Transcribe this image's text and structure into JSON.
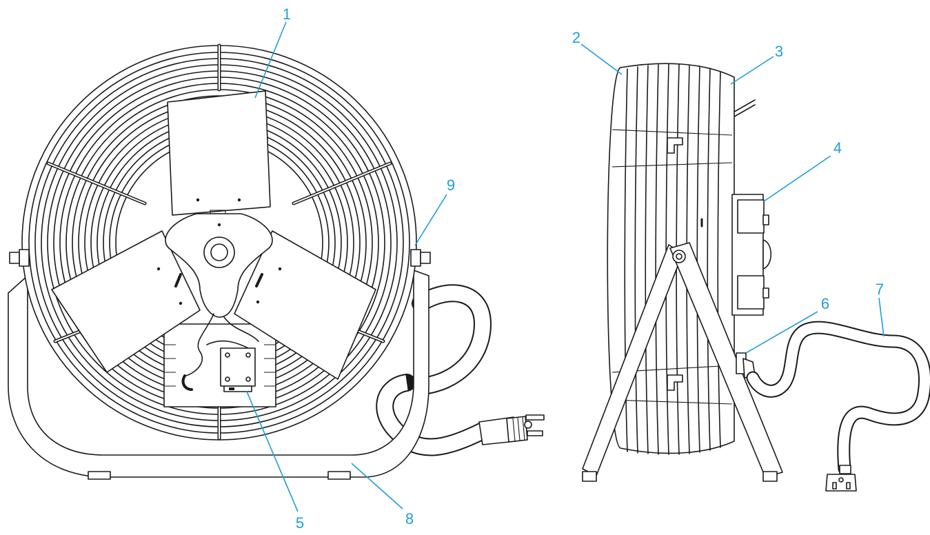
{
  "colors": {
    "callout": "#1e9fd6",
    "ink": "#1a1a1a",
    "background": "#ffffff"
  },
  "callouts": [
    {
      "number": "1",
      "part": "blade"
    },
    {
      "number": "2",
      "part": "front-grille"
    },
    {
      "number": "3",
      "part": "rear-grille"
    },
    {
      "number": "4",
      "part": "motor"
    },
    {
      "number": "5",
      "part": "switch"
    },
    {
      "number": "6",
      "part": "cord-strain-relief"
    },
    {
      "number": "7",
      "part": "power-cord"
    },
    {
      "number": "8",
      "part": "stand-frame"
    },
    {
      "number": "9",
      "part": "tilt-knob"
    }
  ]
}
